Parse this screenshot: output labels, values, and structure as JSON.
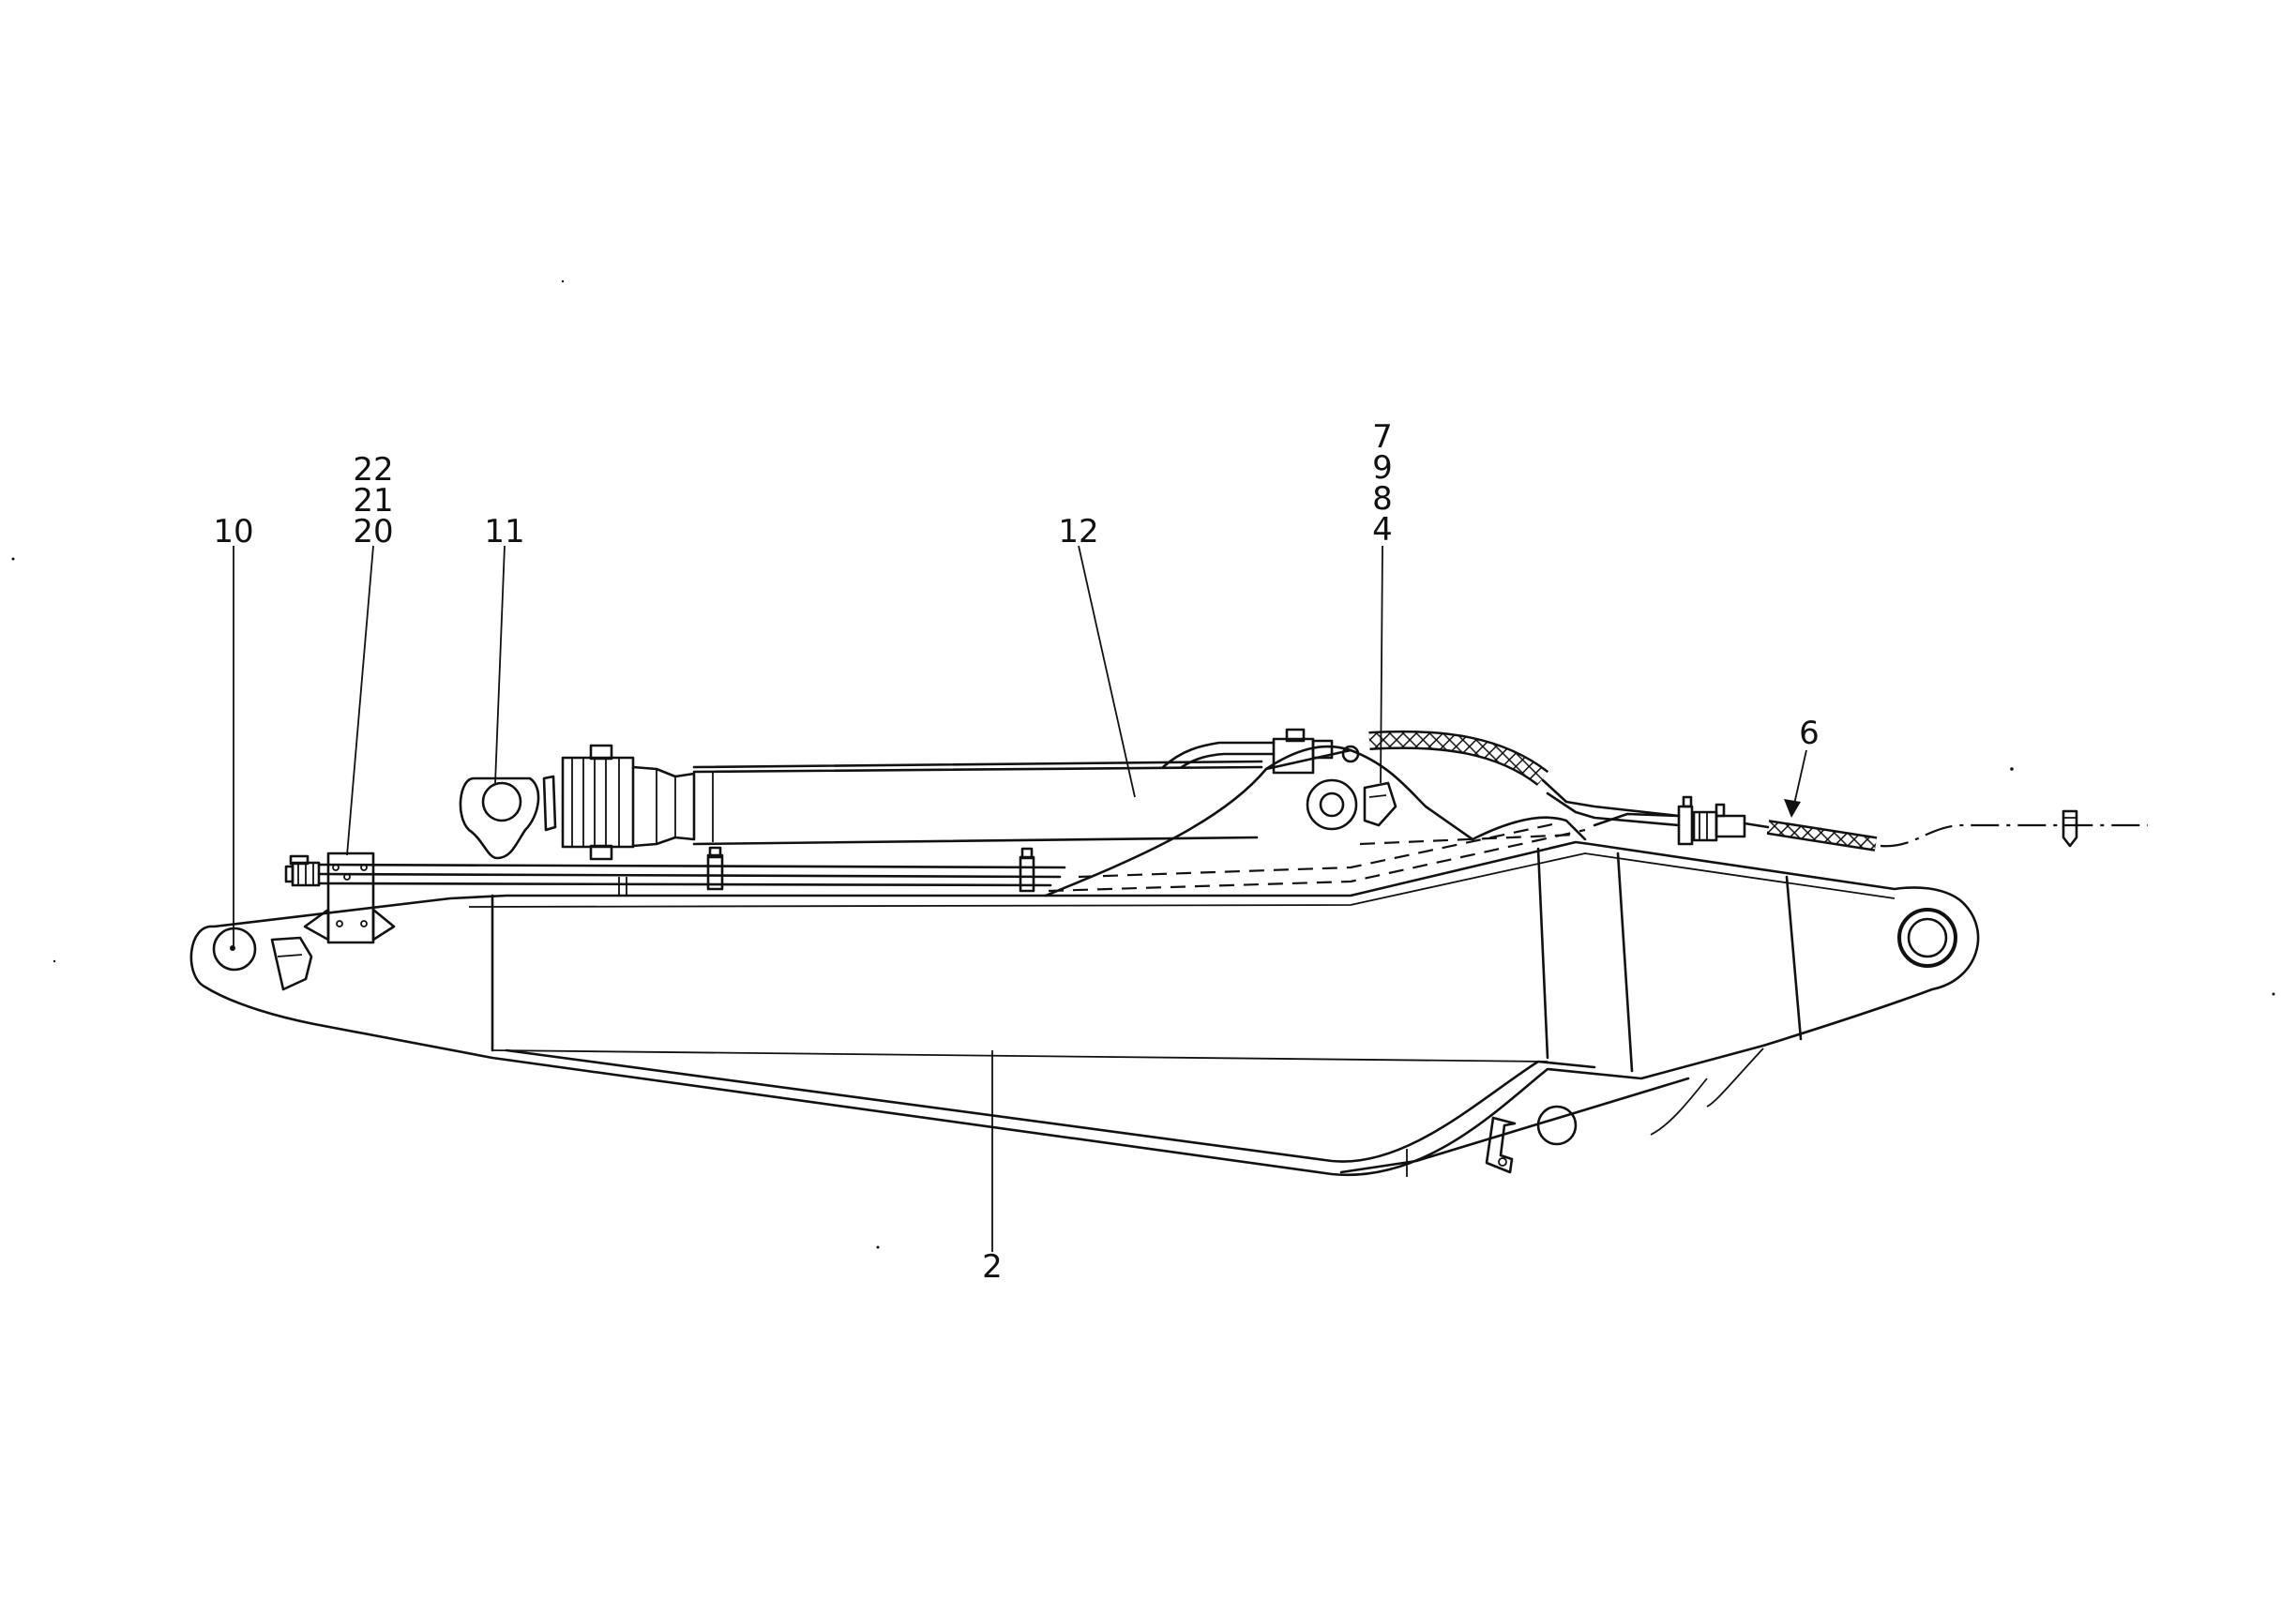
{
  "colors": {
    "ink": "#111111",
    "paper": "#ffffff"
  },
  "callouts": {
    "c10": "10",
    "c22": "22",
    "c21": "21",
    "c20": "20",
    "c11": "11",
    "c12": "12",
    "c7": "7",
    "c9": "9",
    "c8": "8",
    "c4": "4",
    "c6": "6",
    "c2": "2"
  }
}
